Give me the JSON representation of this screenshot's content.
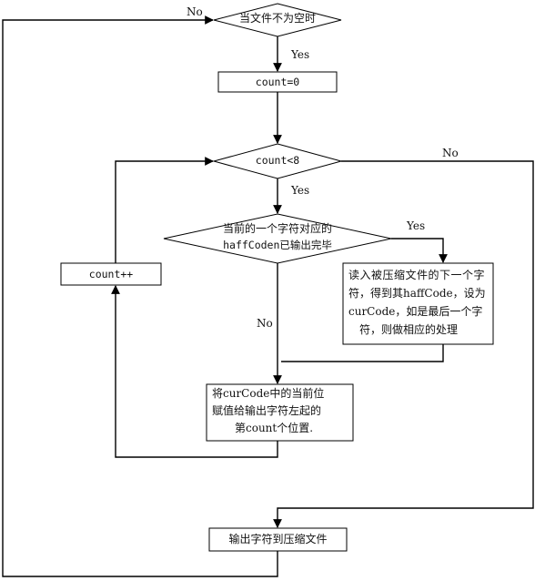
{
  "nodes": {
    "cond_file_not_empty": "当文件不为空时",
    "count_init": "count=0",
    "cond_count_lt8": "count<8",
    "cond_haff_done_line1": "当前的一个字符对应的",
    "cond_haff_done_line2": "haffCoden已输出完毕",
    "read_next_line1": "读入被压缩文件的下一个字",
    "read_next_line2": "符，得到其haffCode，设为",
    "read_next_line3": "curCode，如是最后一个字",
    "read_next_line4": "符，则做相应的处理",
    "count_inc": "count++",
    "assign_line1": "将curCode中的当前位",
    "assign_line2": "赋值给输出字符左起的",
    "assign_line3": "第count个位置.",
    "output_char": "输出字符到压缩文件"
  },
  "edge_labels": {
    "no_top": "No",
    "yes_after_file": "Yes",
    "yes_after_count": "Yes",
    "no_right": "No",
    "yes_haff": "Yes",
    "no_haff": "No"
  }
}
